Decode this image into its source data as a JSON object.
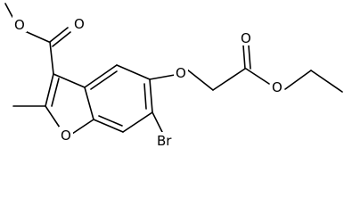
{
  "molecule": {
    "atom_labels": {
      "ester_o_single": "O",
      "ester_o_double": "O",
      "ether_o": "O",
      "glycolate_o_double": "O",
      "glycolate_o_single": "O",
      "furan_o": "O",
      "bromine": "Br"
    },
    "colors": {
      "bond": "#000000",
      "label": "#000000",
      "background": "#ffffff"
    }
  }
}
